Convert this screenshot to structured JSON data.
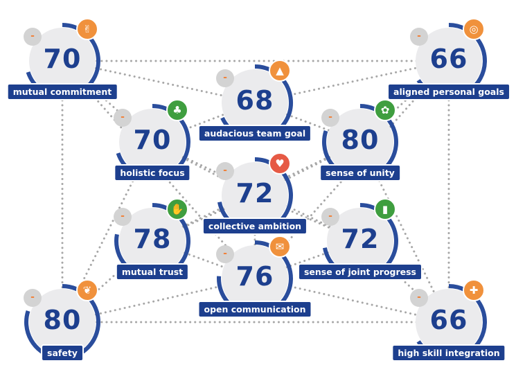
{
  "colors": {
    "score_text": "#1d3f8e",
    "ring": "#2a4d9c",
    "label_bg": "#1d3f8e",
    "node_fill": "#ebebed",
    "connector": "#a7a7a7",
    "minus_text": "#f0823b",
    "minus_bg": "#d3d3d3",
    "icon_orange": "#f0913c",
    "icon_green": "#3f9e3f",
    "icon_red": "#e65a45"
  },
  "nodes": [
    {
      "id": "mutual-commitment",
      "label": "mutual commitment",
      "score": "70",
      "minus": "-",
      "icon": "handshake-icon",
      "icon_glyph": "✌",
      "icon_color": "#f0913c",
      "ring_fraction": 0.7
    },
    {
      "id": "aligned-personal-goals",
      "label": "aligned personal goals",
      "score": "66",
      "minus": "-",
      "icon": "target-icon",
      "icon_glyph": "◎",
      "icon_color": "#f0913c",
      "ring_fraction": 0.66
    },
    {
      "id": "audacious-team-goal",
      "label": "audacious team goal",
      "score": "68",
      "minus": "-",
      "icon": "mountain-icon",
      "icon_glyph": "▲",
      "icon_color": "#f0913c",
      "ring_fraction": 0.68
    },
    {
      "id": "holistic-focus",
      "label": "holistic focus",
      "score": "70",
      "minus": "-",
      "icon": "tree-icon",
      "icon_glyph": "♣",
      "icon_color": "#3f9e3f",
      "ring_fraction": 0.7
    },
    {
      "id": "sense-of-unity",
      "label": "sense of unity",
      "score": "80",
      "minus": "-",
      "icon": "unity-icon",
      "icon_glyph": "✿",
      "icon_color": "#3f9e3f",
      "ring_fraction": 0.8
    },
    {
      "id": "collective-ambition",
      "label": "collective ambition",
      "score": "72",
      "minus": "-",
      "icon": "heart-icon",
      "icon_glyph": "♥",
      "icon_color": "#e65a45",
      "ring_fraction": 0.72
    },
    {
      "id": "mutual-trust",
      "label": "mutual trust",
      "score": "78",
      "minus": "-",
      "icon": "trust-icon",
      "icon_glyph": "✋",
      "icon_color": "#3f9e3f",
      "ring_fraction": 0.78
    },
    {
      "id": "sense-of-joint-progress",
      "label": "sense of  joint progress",
      "score": "72",
      "minus": "-",
      "icon": "progress-chart-icon",
      "icon_glyph": "▮",
      "icon_color": "#3f9e3f",
      "ring_fraction": 0.72
    },
    {
      "id": "open-communication",
      "label": "open communication",
      "score": "76",
      "minus": "-",
      "icon": "chat-icon",
      "icon_glyph": "✉",
      "icon_color": "#f0913c",
      "ring_fraction": 0.76
    },
    {
      "id": "safety",
      "label": "safety",
      "score": "80",
      "minus": "-",
      "icon": "leaf-icon",
      "icon_glyph": "❦",
      "icon_color": "#f0913c",
      "ring_fraction": 0.8
    },
    {
      "id": "high-skill-integration",
      "label": "high skill integration",
      "score": "66",
      "minus": "-",
      "icon": "puzzle-icon",
      "icon_glyph": "✚",
      "icon_color": "#f0913c",
      "ring_fraction": 0.66
    }
  ],
  "connections": [
    [
      "mutual-commitment",
      "aligned-personal-goals"
    ],
    [
      "mutual-commitment",
      "safety"
    ],
    [
      "mutual-commitment",
      "audacious-team-goal"
    ],
    [
      "mutual-commitment",
      "holistic-focus"
    ],
    [
      "mutual-commitment",
      "open-communication"
    ],
    [
      "aligned-personal-goals",
      "high-skill-integration"
    ],
    [
      "aligned-personal-goals",
      "audacious-team-goal"
    ],
    [
      "aligned-personal-goals",
      "sense-of-unity"
    ],
    [
      "aligned-personal-goals",
      "open-communication"
    ],
    [
      "safety",
      "high-skill-integration"
    ],
    [
      "safety",
      "mutual-trust"
    ],
    [
      "safety",
      "open-communication"
    ],
    [
      "safety",
      "holistic-focus"
    ],
    [
      "high-skill-integration",
      "open-communication"
    ],
    [
      "high-skill-integration",
      "sense-of-joint-progress"
    ],
    [
      "high-skill-integration",
      "sense-of-unity"
    ],
    [
      "audacious-team-goal",
      "holistic-focus"
    ],
    [
      "audacious-team-goal",
      "sense-of-unity"
    ],
    [
      "holistic-focus",
      "collective-ambition"
    ],
    [
      "holistic-focus",
      "sense-of-joint-progress"
    ],
    [
      "sense-of-unity",
      "collective-ambition"
    ],
    [
      "sense-of-unity",
      "mutual-trust"
    ],
    [
      "mutual-trust",
      "collective-ambition"
    ],
    [
      "mutual-trust",
      "open-communication"
    ],
    [
      "sense-of-joint-progress",
      "collective-ambition"
    ],
    [
      "sense-of-joint-progress",
      "open-communication"
    ],
    [
      "collective-ambition",
      "open-communication"
    ]
  ]
}
